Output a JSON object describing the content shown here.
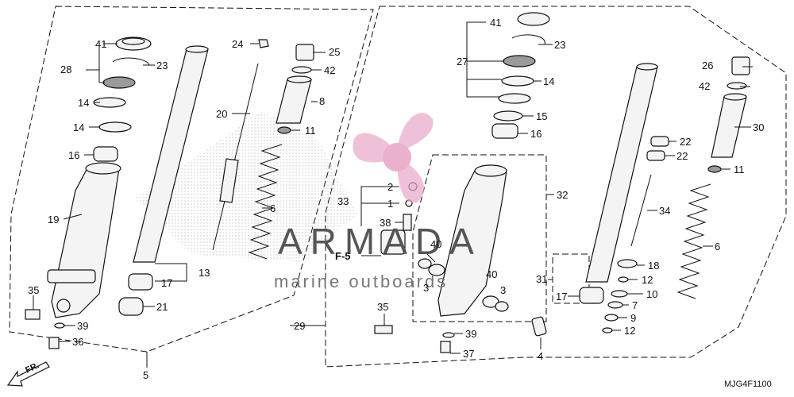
{
  "diagram": {
    "code": "MJG4F1100",
    "fr_label": "FR.",
    "watermark": {
      "brand": "ARMADA",
      "sub": "marine outboards",
      "colors": {
        "pink": "#e8a9c8",
        "gray": "#555555"
      }
    },
    "labels": {
      "l41a": "41",
      "l28": "28",
      "l23a": "23",
      "l14a": "14",
      "l14b": "14",
      "l16a": "16",
      "l19": "19",
      "l35a": "35",
      "l39a": "39",
      "l36": "36",
      "l5": "5",
      "l17a": "17",
      "l13": "13",
      "l21": "21",
      "l24": "24",
      "l20": "20",
      "l25a": "25",
      "l42a": "42",
      "l8": "8",
      "l11a": "11",
      "l6a": "6",
      "l41b": "41",
      "l23b": "23",
      "l27": "27",
      "l14c": "14",
      "l15": "15",
      "l16b": "16",
      "l2": "2",
      "l1": "1",
      "l33": "33",
      "l38": "38",
      "f5": "F-5",
      "l40a": "40",
      "l3a": "3",
      "l40b": "40",
      "l3b": "3",
      "l32": "32",
      "l35b": "35",
      "l39b": "39",
      "l37": "37",
      "l29": "29",
      "l26": "26",
      "l42b": "42",
      "l30": "30",
      "l22a": "22",
      "l22b": "22",
      "l11b": "11",
      "l34": "34",
      "l6b": "6",
      "l31": "31",
      "l18": "18",
      "l12a": "12",
      "l17b": "17",
      "l10": "10",
      "l7": "7",
      "l9": "9",
      "l12b": "12",
      "l4": "4"
    }
  }
}
